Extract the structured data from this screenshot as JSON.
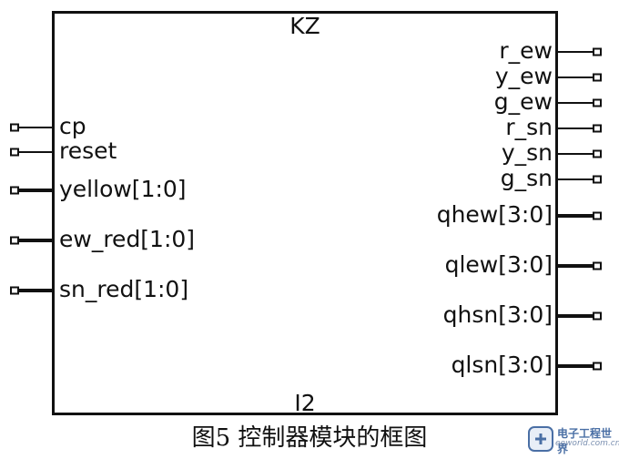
{
  "block": {
    "title": "KZ",
    "instance": "I2"
  },
  "inputs": [
    {
      "name": "cp",
      "bus": false
    },
    {
      "name": "reset",
      "bus": false
    },
    {
      "name": "yellow[1:0]",
      "bus": true
    },
    {
      "name": "ew_red[1:0]",
      "bus": true
    },
    {
      "name": "sn_red[1:0]",
      "bus": true
    }
  ],
  "outputs": [
    {
      "name": "r_ew",
      "bus": false
    },
    {
      "name": "y_ew",
      "bus": false
    },
    {
      "name": "g_ew",
      "bus": false
    },
    {
      "name": "r_sn",
      "bus": false
    },
    {
      "name": "y_sn",
      "bus": false
    },
    {
      "name": "g_sn",
      "bus": false
    },
    {
      "name": "qhew[3:0]",
      "bus": true
    },
    {
      "name": "qlew[3:0]",
      "bus": true
    },
    {
      "name": "qhsn[3:0]",
      "bus": true
    },
    {
      "name": "qlsn[3:0]",
      "bus": true
    }
  ],
  "caption": "图5 控制器模块的框图",
  "watermark": {
    "line1": "电子工程世界",
    "line2": "eeworld.com.cn"
  }
}
